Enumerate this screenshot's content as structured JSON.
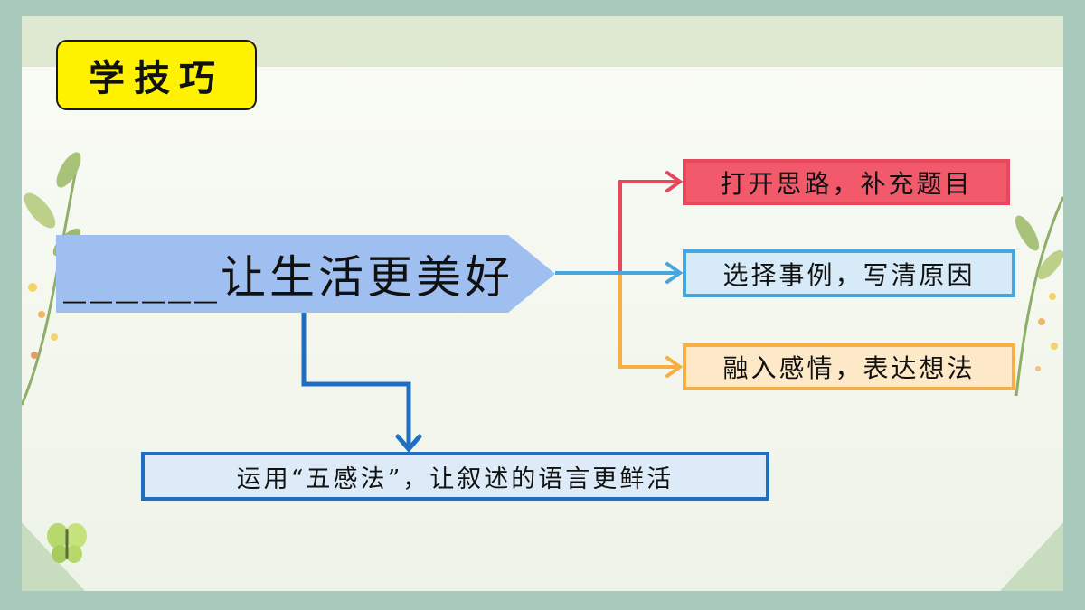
{
  "badge": {
    "title": "学技巧"
  },
  "main_topic": {
    "text": "______让生活更美好"
  },
  "branches": [
    {
      "text": "打开思路，补充题目",
      "color": "#e8485c"
    },
    {
      "text": "选择事例，写清原因",
      "color": "#46a6df"
    },
    {
      "text": "融入感情，表达想法",
      "color": "#f7ae44"
    }
  ],
  "bottom": {
    "text": "运用“五感法”，让叙述的语言更鲜活",
    "color": "#1f6ec2"
  },
  "decor": {
    "icons": [
      "leaf-sprig-icon",
      "butterfly-icon"
    ]
  }
}
